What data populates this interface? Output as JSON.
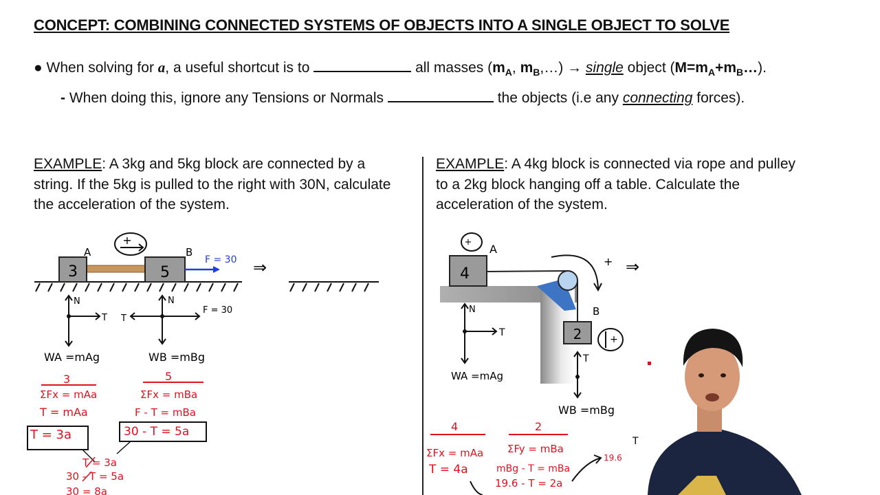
{
  "header": {
    "title": "CONCEPT: COMBINING CONNECTED SYSTEMS OF OBJECTS INTO A SINGLE OBJECT TO SOLVE"
  },
  "bullet1": {
    "bullet": "●",
    "p1": "When solving for",
    "a": "a",
    "p2": ", a useful shortcut is to",
    "p3": "all masses (",
    "mA": "m",
    "subA": "A",
    "comma": ", ",
    "mB": "m",
    "subB": "B",
    "p4": ",…) →",
    "single": "single",
    "p5": "object (",
    "eq1": "M=m",
    "eq2": "+m",
    "eq3": "…",
    "p6": ")."
  },
  "bullet2": {
    "dash": "-",
    "p1": "When doing this, ignore any Tensions or Normals",
    "p2": "the objects (i.e any",
    "connecting": "connecting",
    "p3": "forces)."
  },
  "example1": {
    "label": "EXAMPLE",
    "line1": ": A 3kg and 5kg block are connected by a",
    "line2": "string. If the 5kg is pulled to the right with 30N, calculate",
    "line3": "the acceleration of the system."
  },
  "example2": {
    "label": "EXAMPLE",
    "line1": ": A 4kg block is connected via rope and pulley",
    "line2": "to a 2kg block hanging off a table. Calculate the",
    "line3": "acceleration of the system."
  },
  "diagram1": {
    "blockA": "3",
    "blockB": "5",
    "labelA": "A",
    "labelB": "B",
    "plus": "+",
    "force": "F = 30",
    "implies": "⇒",
    "N": "N",
    "T": "T",
    "F30": "F = 30",
    "wA": "WA =mAg",
    "wB": "WB =mBg",
    "colA": [
      "3",
      "ΣFx = mAa",
      "T = mAa",
      "T = 3a"
    ],
    "colB": [
      "5",
      "ΣFx = mBa",
      "F - T = mBa",
      "30 - T = 5a"
    ],
    "combine": [
      "T = 3a",
      "30 - T = 5a",
      "30 = 8a"
    ],
    "colors": {
      "work": "#e0101f",
      "force": "#1f3fd6"
    }
  },
  "diagram2": {
    "blockA": "4",
    "blockB": "2",
    "labelA": "A",
    "labelB": "B",
    "plus": "+",
    "T": "T",
    "N": "N",
    "implies": "⇒",
    "wA": "WA =mAg",
    "wB": "WB =mBg",
    "colA": [
      "4",
      "ΣFx = mAa",
      "T = 4a"
    ],
    "colB": [
      "2",
      "ΣFy = mBa",
      "mBg - T = mBa",
      "19.6 - T = 2a"
    ],
    "extra": [
      "19.6",
      "T"
    ]
  }
}
